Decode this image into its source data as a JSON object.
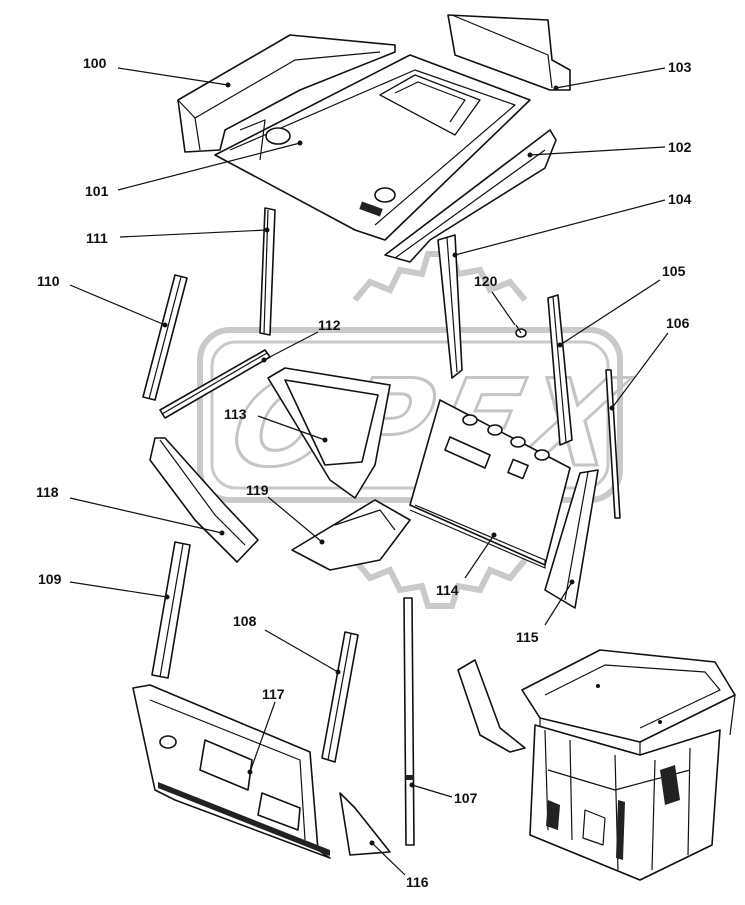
{
  "diagram": {
    "watermark_text": "OPEX",
    "callouts": [
      {
        "id": "c100",
        "label": "100"
      },
      {
        "id": "c101",
        "label": "101"
      },
      {
        "id": "c102",
        "label": "102"
      },
      {
        "id": "c103",
        "label": "103"
      },
      {
        "id": "c104",
        "label": "104"
      },
      {
        "id": "c105",
        "label": "105"
      },
      {
        "id": "c106",
        "label": "106"
      },
      {
        "id": "c107",
        "label": "107"
      },
      {
        "id": "c108",
        "label": "108"
      },
      {
        "id": "c109",
        "label": "109"
      },
      {
        "id": "c110",
        "label": "110"
      },
      {
        "id": "c111",
        "label": "111"
      },
      {
        "id": "c112",
        "label": "112"
      },
      {
        "id": "c113",
        "label": "113"
      },
      {
        "id": "c114",
        "label": "114"
      },
      {
        "id": "c115",
        "label": "115"
      },
      {
        "id": "c116",
        "label": "116"
      },
      {
        "id": "c117",
        "label": "117"
      },
      {
        "id": "c118",
        "label": "118"
      },
      {
        "id": "c119",
        "label": "119"
      },
      {
        "id": "c120",
        "label": "120"
      }
    ]
  }
}
